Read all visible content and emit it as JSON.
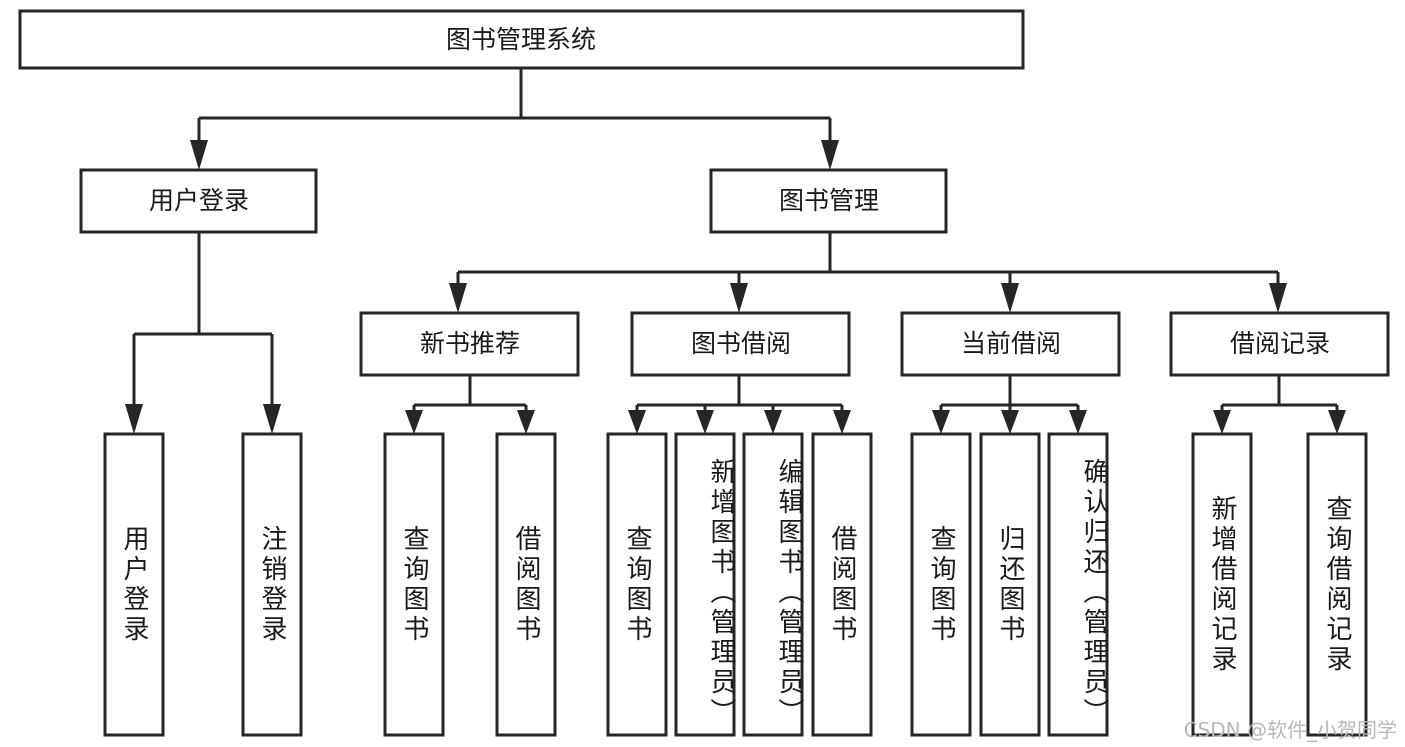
{
  "diagram": {
    "type": "tree",
    "title": "图书管理系统",
    "orientation": "top-down",
    "colors": {
      "box_stroke": "#262626",
      "box_fill": "#ffffff",
      "edge": "#262626",
      "text": "#1a1a1a",
      "watermark": "#b8b8b8",
      "background": "#ffffff"
    },
    "root": {
      "label": "图书管理系统"
    },
    "level2": [
      {
        "label": "用户登录"
      },
      {
        "label": "图书管理"
      }
    ],
    "level3": [
      {
        "label": "新书推荐"
      },
      {
        "label": "图书借阅"
      },
      {
        "label": "当前借阅"
      },
      {
        "label": "借阅记录"
      }
    ],
    "leaves": {
      "user_login": [
        {
          "label": "用户登录"
        },
        {
          "label": "注销登录"
        }
      ],
      "new_book_recommend": [
        {
          "label": "查询图书"
        },
        {
          "label": "借阅图书"
        }
      ],
      "book_borrow": [
        {
          "label": "查询图书"
        },
        {
          "label": "新增图书（管理员）"
        },
        {
          "label": "编辑图书（管理员）"
        },
        {
          "label": "借阅图书"
        }
      ],
      "current_borrow": [
        {
          "label": "查询图书"
        },
        {
          "label": "归还图书"
        },
        {
          "label": "确认归还（管理员）"
        }
      ],
      "borrow_record": [
        {
          "label": "新增借阅记录"
        },
        {
          "label": "查询借阅记录"
        }
      ]
    }
  },
  "watermark": {
    "text": "CSDN @软件_小贺同学"
  }
}
